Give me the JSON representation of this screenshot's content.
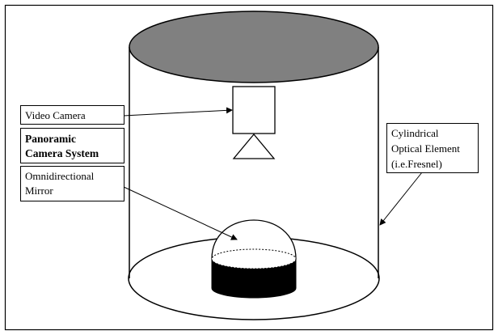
{
  "diagram": {
    "labels": {
      "video_camera": "Video Camera",
      "system_line1": "Panoramic",
      "system_line2": "Camera System",
      "mirror_line1": "Omnidirectional",
      "mirror_line2": "Mirror",
      "cyl_line1": "Cylindrical",
      "cyl_line2": "Optical Element",
      "cyl_line3": "(i.e.Fresnel)"
    },
    "colors": {
      "top_disc_fill": "#808080",
      "mirror_base_fill": "#000000",
      "stroke": "#000000",
      "background": "#ffffff"
    }
  }
}
